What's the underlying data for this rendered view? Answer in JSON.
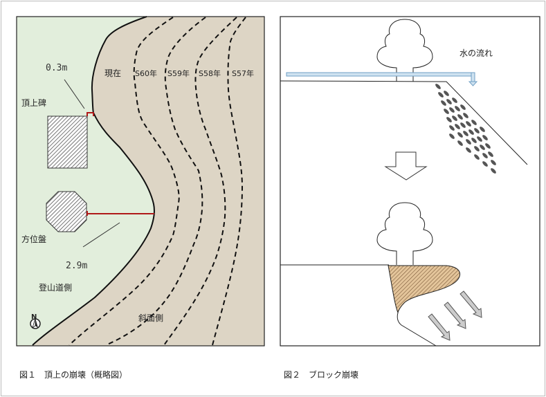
{
  "figure1": {
    "caption": "図１　頂上の崩壊（概略図）",
    "labels": {
      "current": "現在",
      "s60": "S60年",
      "s59": "S59年",
      "s58": "S58年",
      "s57": "S57年",
      "monument": "頂上碑",
      "direction_plate": "方位盤",
      "trail_side": "登山道側",
      "slope_side": "斜面側",
      "north": "N"
    },
    "measurements": {
      "monument_distance": "0.3m",
      "plate_distance": "2.9m"
    },
    "colors": {
      "plateau": "#e2eedc",
      "eroded": "#ddd5c5",
      "distance": "#b01818"
    }
  },
  "figure2": {
    "caption": "図２　ブロック崩壊",
    "labels": {
      "water_flow": "水の流れ"
    },
    "colors": {
      "water": "#6f9fc4",
      "block": "#e3c49a",
      "arrow": "#c8c8c8"
    }
  }
}
